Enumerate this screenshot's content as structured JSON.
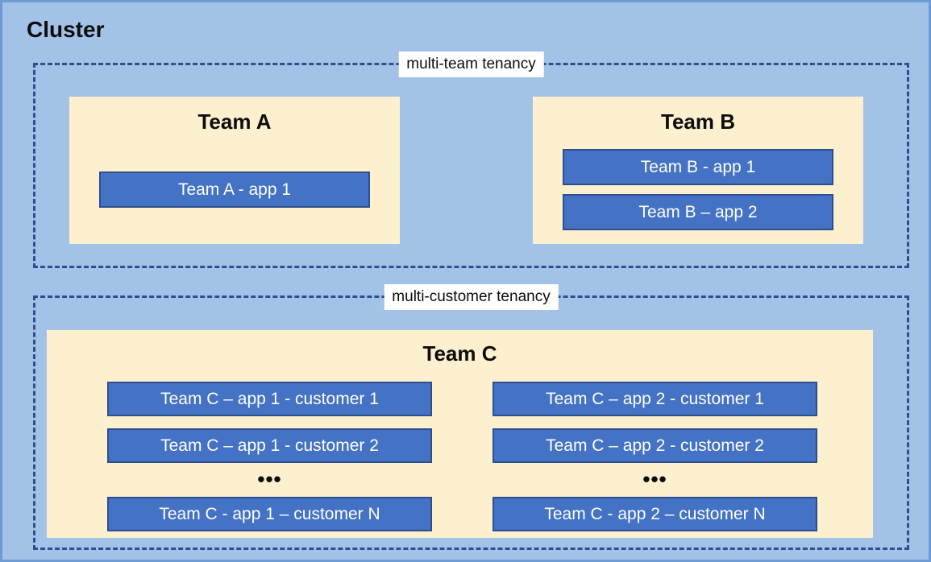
{
  "diagram": {
    "title": "Cluster",
    "colors": {
      "canvas_background": "#A3C2E8",
      "canvas_border": "#6E9BD4",
      "team_box": "#FDF0CE",
      "app_box": "#4472C4",
      "app_box_border": "#2E4E8F",
      "dashed_border": "#2E4E8F",
      "label_background": "#FFFFFF",
      "text_dark": "#0D0D0D",
      "text_light": "#FFFFFF"
    },
    "groups": [
      {
        "id": "multi-team",
        "label": "multi-team tenancy",
        "teams": [
          {
            "id": "team-a",
            "title": "Team A",
            "apps": [
              {
                "id": "app-a1",
                "label": "Team A - app 1"
              }
            ]
          },
          {
            "id": "team-b",
            "title": "Team B",
            "apps": [
              {
                "id": "app-b1",
                "label": "Team B - app 1"
              },
              {
                "id": "app-b2",
                "label": "Team B – app 2"
              }
            ]
          }
        ]
      },
      {
        "id": "multi-customer",
        "label": "multi-customer tenancy",
        "teams": [
          {
            "id": "team-c",
            "title": "Team C",
            "columns": [
              {
                "id": "team-c-app-1",
                "ellipsis": "•••",
                "apps": [
                  {
                    "id": "app-c1-cust1",
                    "label": "Team C – app 1 - customer 1"
                  },
                  {
                    "id": "app-c1-cust2",
                    "label": "Team C – app 1 - customer 2"
                  },
                  {
                    "id": "app-c1-custN",
                    "label": "Team C - app 1 – customer N"
                  }
                ]
              },
              {
                "id": "team-c-app-2",
                "ellipsis": "•••",
                "apps": [
                  {
                    "id": "app-c2-cust1",
                    "label": "Team C – app 2 - customer 1"
                  },
                  {
                    "id": "app-c2-cust2",
                    "label": "Team C – app 2 - customer 2"
                  },
                  {
                    "id": "app-c2-custN",
                    "label": "Team C - app 2 – customer N"
                  }
                ]
              }
            ]
          }
        ]
      }
    ]
  }
}
